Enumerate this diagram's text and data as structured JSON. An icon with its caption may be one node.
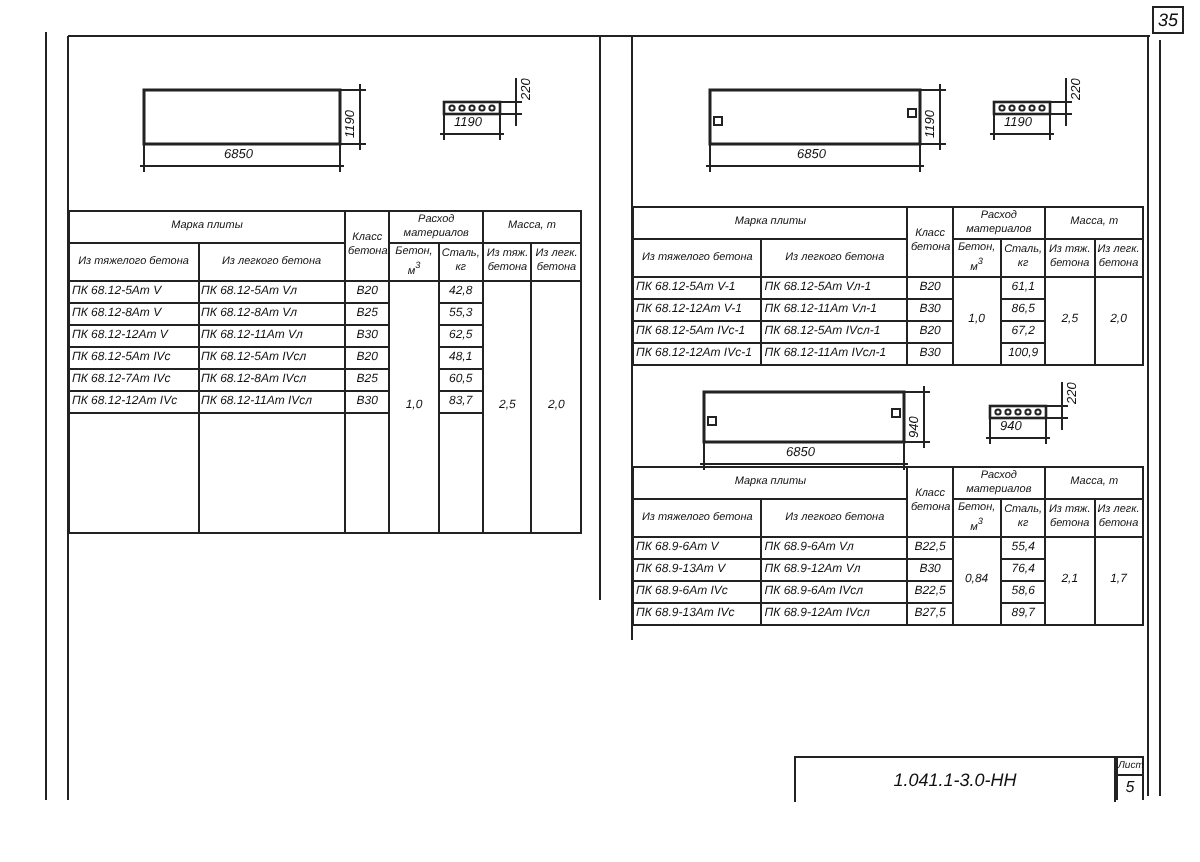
{
  "diagram": {
    "labels": [
      "35",
      "6850",
      "1190",
      "1190",
      "220",
      "Марка плиты",
      "Класс бетона",
      "Расход материалов",
      "Масса, т",
      "Из тяжелого бетона",
      "Из легкого бетона",
      "Бетон, м$^{3}$",
      "Сталь, кг",
      "Из тяж. бетона",
      "Из легк. бетона",
      "ПК 68.12-5Ат V",
      "ПК 68.12-5Ат Vл",
      "В20",
      "1,0",
      "42,8",
      "2,5",
      "2,0",
      "ПК 68.12-8Ат V",
      "ПК 68.12-8Ат Vл",
      "В25",
      "55,3",
      "ПК 68.12-12Ат V",
      "ПК 68.12-11Ат Vл",
      "В30",
      "62,5",
      "ПК 68.12-5Ат IVс",
      "ПК 68.12-5Ат IVсл",
      "В20",
      "48,1",
      "ПК 68.12-7Ат IVс",
      "ПК 68.12-8Ат IVсл",
      "В25",
      "60,5",
      "ПК 68.12-12Ат IVс",
      "ПК 68.12-11Ат IVсл",
      "В30",
      "83,7",
      "6850",
      "1190",
      "1190",
      "220",
      "Марка плиты",
      "Класс бетона",
      "Расход материалов",
      "Масса, т",
      "Из тяжелого бетона",
      "Из легкого бетона",
      "Бетон, м$^{3}$",
      "Сталь, кг",
      "Из тяж. бетона",
      "Из легк. бетона",
      "ПК 68.12-5Ат V-1",
      "ПК 68.12-5Ат Vл-1",
      "В20",
      "1,0",
      "61,1",
      "2,5",
      "2,0",
      "ПК 68.12-12Ат V-1",
      "ПК 68.12-11Ат Vл-1",
      "В30",
      "86,5",
      "ПК 68.12-5Ат IVс-1",
      "ПК 68.12-5Ат IVсл-1",
      "В20",
      "67,2",
      "ПК 68.12-12Ат IVс-1",
      "ПК 68.12-11Ат IVсл-1",
      "В30",
      "100,9",
      "6850",
      "940",
      "940",
      "220",
      "Марка плиты",
      "Класс бетона",
      "Расход материалов",
      "Масса, т",
      "Из тяжелого бетона",
      "Из легкого бетона",
      "Бетон, м$^{3}$",
      "Сталь, кг",
      "Из тяж. бетона",
      "Из легк. бетона",
      "ПК 68.9-6Ат V",
      "ПК 68.9-6Ат Vл",
      "В22,5",
      "0,84",
      "55,4",
      "2,1",
      "1,7",
      "ПК 68.9-13Ат V",
      "ПК 68.9-12Ат Vл",
      "В30",
      "76,4",
      "ПК 68.9-6Ат IVс",
      "ПК 68.9-6Ат IVсл",
      "В22,5",
      "58,6",
      "ПК 68.9-13Ат IVс",
      "ПК 68.9-12Ат IVсл",
      "В27,5",
      "89,7",
      "1.041.1-3.0-НН",
      "Лист",
      "5"
    ]
  }
}
